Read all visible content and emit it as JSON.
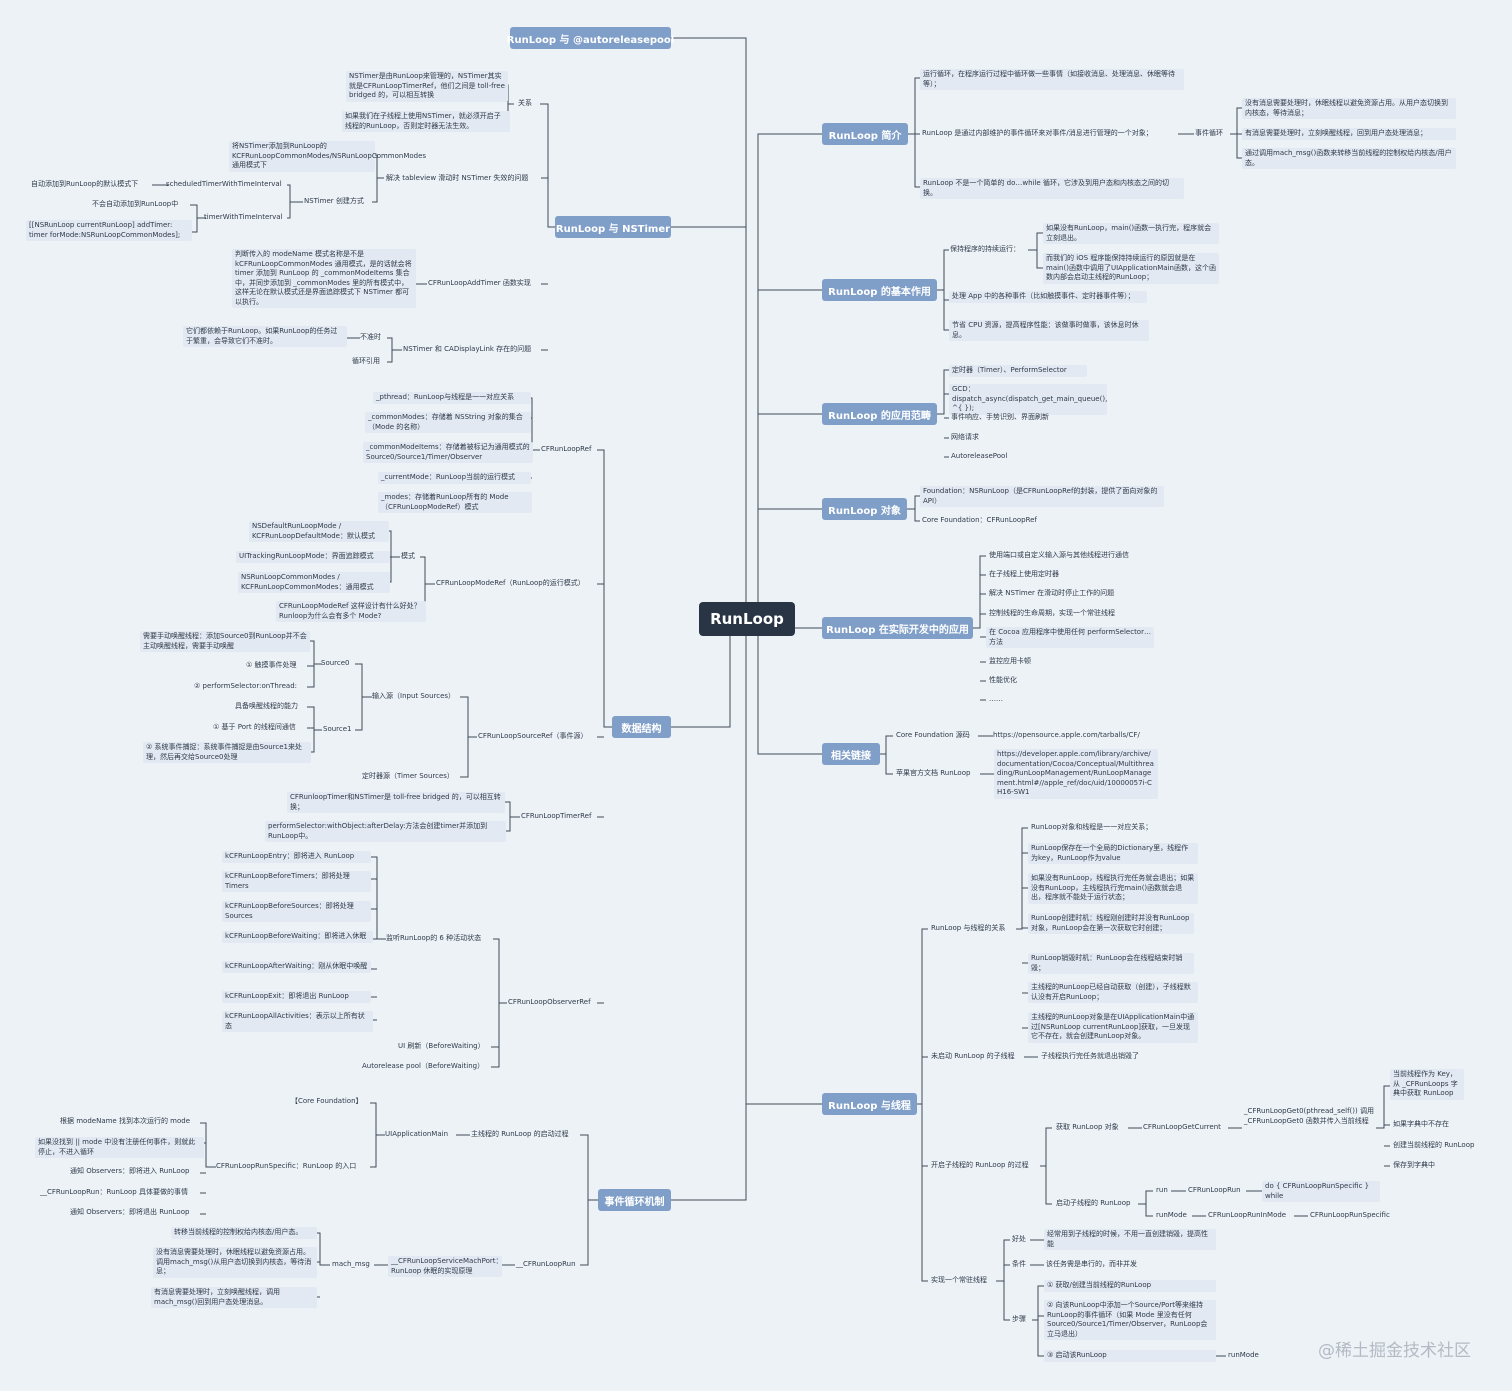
{
  "root": "RunLoop",
  "main": {
    "m1": "RunLoop 与 @autoreleasepool",
    "m2": "RunLoop 与 NSTimer",
    "m3": "数据结构",
    "m4": "事件循环机制",
    "m5": "RunLoop 简介",
    "m6": "RunLoop 的基本作用",
    "m7": "RunLoop 的应用范畴",
    "m8": "RunLoop 对象",
    "m9": "RunLoop 在实际开发中的应用",
    "m10": "相关链接",
    "m11": "RunLoop 与线程"
  },
  "nodes": {
    "rel": "关系",
    "rel_a": "NSTimer是由RunLoop来管理的，NSTimer其实就是CFRunLoopTimerRef，他们之间是 toll-free bridged 的，可以相互转换",
    "rel_b": "如果我们在子线程上使用NSTimer，就必须开启子线程的RunLoop，否则定时器无法生效。",
    "tv": "解决 tableview 滑动时 NSTimer 失效的问题",
    "tv_a": "将NSTimer添加到RunLoop的KCFRunLoopCommonModes/NSRunLoopCommonModes通用模式下",
    "create": "NSTimer 创建方式",
    "sched": "scheduledTimerWithTimeInterval",
    "sched_a": "自动添加到RunLoop的默认模式下",
    "twti": "timerWithTimeInterval",
    "twti_a": "不会自动添加到RunLoop中",
    "twti_b": "[[NSRunLoop currentRunLoop] addTimer: timer forMode:NSRunLoopCommonModes];",
    "addtimer": "CFRunLoopAddTimer 函数实现",
    "addtimer_a": "判断传入的 modeName 模式名称是不是 kCFRunLoopCommonModes 通用模式，是的话就会将 timer 添加到 RunLoop 的 _commonModeItems 集合中，并同步添加到 _commonModes 里的所有模式中，这样无论在默认模式还是界面追踪模式下 NSTimer 都可以执行。",
    "cadl": "NSTimer 和 CADisplayLink 存在的问题",
    "inacc": "不准时",
    "inacc_a": "它们都依赖于RunLoop。如果RunLoop的任务过于繁重，会导致它们不准时。",
    "cycle": "循环引用",
    "cfrl": "CFRunLoopRef",
    "cfrl_1": "_pthread：RunLoop与线程是一一对应关系",
    "cfrl_2": "_commonModes：存储着 NSString 对象的集合（Mode 的名称）",
    "cfrl_3": "_commonModeItems：存储着被标记为通用模式的Source0/Source1/Timer/Observer",
    "cfrl_4": "_currentMode：RunLoop当前的运行模式",
    "cfrl_5": "_modes：存储着RunLoop所有的 Mode（CFRunLoopModeRef）模式",
    "cfmode": "CFRunLoopModeRef（RunLoop的运行模式）",
    "modes": "模式",
    "mode_1": "NSDefaultRunLoopMode / KCFRunLoopDefaultMode：默认模式",
    "mode_2": "UITrackingRunLoopMode：界面追踪模式",
    "mode_3": "NSRunLoopCommonModes / KCFRunLoopCommonModes：通用模式",
    "mode_q": "CFRunLoopModeRef 这样设计有什么好处？Runloop为什么会有多个 Mode?",
    "cfsrc": "CFRunLoopSourceRef（事件源）",
    "insrc": "输入源（Input Sources）",
    "s0": "Source0",
    "s0_0": "需要手动唤醒线程：添加Source0到RunLoop并不会主动唤醒线程，需要手动唤醒",
    "s0_1": "① 触摸事件处理",
    "s0_2": "② performSelector:onThread:",
    "s1": "Source1",
    "s1_0": "具备唤醒线程的能力",
    "s1_1": "① 基于 Port 的线程间通信",
    "s1_2": "② 系统事件捕捉：系统事件捕捉是由Source1来处理，然后再交给Source0处理",
    "tsrc": "定时器源（Timer Sources）",
    "cftimer": "CFRunLoopTimerRef",
    "cft_1": "CFRunloopTimer和NSTimer是 toll-free bridged 的，可以相互转换；",
    "cft_2": "performSelector:withObject:afterDelay:方法会创建timer并添加到RunLoop中。",
    "cfobs": "CFRunLoopObserverRef",
    "obs6": "监听RunLoop的 6 种活动状态",
    "act_1": "kCFRunLoopEntry：即将进入 RunLoop",
    "act_2": "kCFRunLoopBeforeTimers：即将处理 Timers",
    "act_3": "kCFRunLoopBeforeSources：即将处理 Sources",
    "act_4": "kCFRunLoopBeforeWaiting：即将进入休眠",
    "act_5": "kCFRunLoopAfterWaiting：刚从休眠中唤醒",
    "act_6": "kCFRunLoopExit：即将退出 RunLoop",
    "act_7": "kCFRunLoopAllActivities：表示以上所有状态",
    "ui": "UI 刷新（BeforeWaiting）",
    "arp": "Autorelease pool（BeforeWaiting）",
    "start": "主线程的 RunLoop 的启动过程",
    "uiam": "UIApplicationMain",
    "cf": "【Core Foundation】",
    "spec": "CFRunLoopRunSpecific：RunLoop 的入口",
    "spec_1": "根据 modeName 找到本次运行的 mode",
    "spec_2": "如果没找到 || mode 中没有注册任何事件，则就此停止，不进入循环",
    "spec_3": "通知 Observers：即将进入 RunLoop",
    "spec_4": "__CFRunLoopRun：RunLoop 具体要做的事情",
    "spec_5": "通知 Observers：即将退出 RunLoop",
    "crr": "__CFRunLoopRun",
    "smp": "__CFRunLoopServiceMachPort：RunLoop 休眠的实现原理",
    "mach": "mach_msg",
    "mach_1": "转移当前线程的控制权给内核态/用户态。",
    "mach_2": "没有消息需要处理时，休眠线程以避免资源占用。调用mach_msg()从用户态切换到内核态，等待消息；",
    "mach_3": "有消息需要处理时，立刻唤醒线程，调用mach_msg()回到用户态处理消息。",
    "intro_1": "运行循环，在程序运行过程中循环做一些事情（如接收消息、处理消息、休眠等待等）；",
    "intro_2": "RunLoop 是通过内部维护的事件循环来对事件/消息进行管理的一个对象；",
    "evloop": "事件循环",
    "ev_1": "没有消息需要处理时，休眠线程以避免资源占用。从用户态切换到内核态，等待消息；",
    "ev_2": "有消息需要处理时，立刻唤醒线程，回到用户态处理消息；",
    "ev_3": "通过调用mach_msg()函数来转移当前线程的控制权给内核态/用户态。",
    "intro_3": "RunLoop 不是一个简单的 do…while 循环，它涉及到用户态和内核态之间的切换。",
    "keep": "保持程序的持续运行：",
    "keep_1": "如果没有RunLoop，main()函数一执行完，程序就会立刻退出。",
    "keep_2": "而我们的 iOS 程序能保持持续运行的原因就是在main()函数中调用了UIApplicationMain函数，这个函数内部会启动主线程的RunLoop；",
    "basic_2": "处理 App 中的各种事件（比如触摸事件、定时器事件等）；",
    "basic_3": "节省 CPU 资源，提高程序性能：该做事时做事，该休息时休息。",
    "scope_1": "定时器（Timer）、PerformSelector",
    "scope_2": "GCD：dispatch_async(dispatch_get_main_queue(), ^{ });",
    "scope_3": "事件响应、手势识别、界面刷新",
    "scope_4": "网络请求",
    "scope_5": "AutoreleasePool",
    "obj_1": "Foundation：NSRunLoop（是CFRunLoopRef的封装，提供了面向对象的 API）",
    "obj_2": "Core Foundation：CFRunLoopRef",
    "prac_1": "使用端口或自定义输入源与其他线程进行通信",
    "prac_2": "在子线程上使用定时器",
    "prac_3": "解决 NSTimer 在滑动时停止工作的问题",
    "prac_4": "控制线程的生命周期，实现一个常驻线程",
    "prac_5": "在 Cocoa 应用程序中使用任何 performSelector… 方法",
    "prac_6": "监控应用卡顿",
    "prac_7": "性能优化",
    "prac_8": "……",
    "link_1": "Core Foundation 源码",
    "link_1a": "https://opensource.apple.com/tarballs/CF/",
    "link_2": "苹果官方文档 RunLoop",
    "link_2a": "https://developer.apple.com/library/archive/documentation/Cocoa/Conceptual/Multithreading/RunLoopManagement/RunLoopManagement.html#//apple_ref/doc/uid/10000057i-CH16-SW1",
    "thr_rel": "RunLoop 与线程的关系",
    "tr_1": "RunLoop对象和线程是一一对应关系；",
    "tr_2": "RunLoop保存在一个全局的Dictionary里，线程作为key，RunLoop作为value",
    "tr_3": "如果没有RunLoop，线程执行完任务就会退出；如果没有RunLoop，主线程执行完main()函数就会退出，程序就不能处于运行状态；",
    "tr_4": "RunLoop创建时机：线程刚创建时并没有RunLoop对象，RunLoop会在第一次获取它时创建；",
    "tr_5": "RunLoop销毁时机：RunLoop会在线程结束时销毁；",
    "tr_6": "主线程的RunLoop已经自动获取（创建），子线程默认没有开启RunLoop；",
    "tr_7": "主线程的RunLoop对象是在UIApplicationMain中通过[NSRunLoop currentRunLoop]获取，一旦发现它不存在，就会创建RunLoop对象。",
    "notstart": "未启动 RunLoop 的子线程",
    "notstart_a": "子线程执行完任务就退出销毁了",
    "subproc": "开启子线程的 RunLoop 的过程",
    "getobj": "获取 RunLoop 对象",
    "getcur": "CFRunLoopGetCurrent",
    "get0": "_CFRunLoopGet0(pthread_self()) 调用 _CFRunLoopGet0 函数并传入当前线程",
    "get0_1": "当前线程作为 Key，从 _CFRunLoops 字典中获取 RunLoop",
    "get0_2": "如果字典中不存在",
    "get0_3": "创建当前线程的 RunLoop",
    "get0_4": "保存到字典中",
    "startsub": "启动子线程的 RunLoop",
    "run": "run",
    "runfn": "CFRunLoopRun",
    "dospec": "do { CFRunLoopRunSpecific } while",
    "runmode": "runMode",
    "runinmode": "CFRunLoopRunInMode",
    "runspec": "CFRunLoopRunSpecific",
    "resident": "实现一个常驻线程",
    "good": "好处",
    "good_a": "经常用到子线程的时候，不用一直创建销毁，提高性能",
    "cond": "条件",
    "cond_a": "该任务需是串行的，而非并发",
    "steps": "步骤",
    "step_1": "① 获取/创建当前线程的RunLoop",
    "step_2": "② 向该RunLoop中添加一个Source/Port等来维持RunLoop的事件循环（如果 Mode 里没有任何Source0/Source1/Timer/Observer，RunLoop会立马退出）",
    "step_3": "③ 启动该RunLoop",
    "step_3a": "runMode"
  },
  "watermark": "@稀土掘金技术社区",
  "colors": {
    "line": "#3f4a58",
    "main_bg": "#7f9ec8",
    "root_bg": "#293544",
    "node_bg": "#e2e9f2",
    "background": "#edf2f7"
  }
}
